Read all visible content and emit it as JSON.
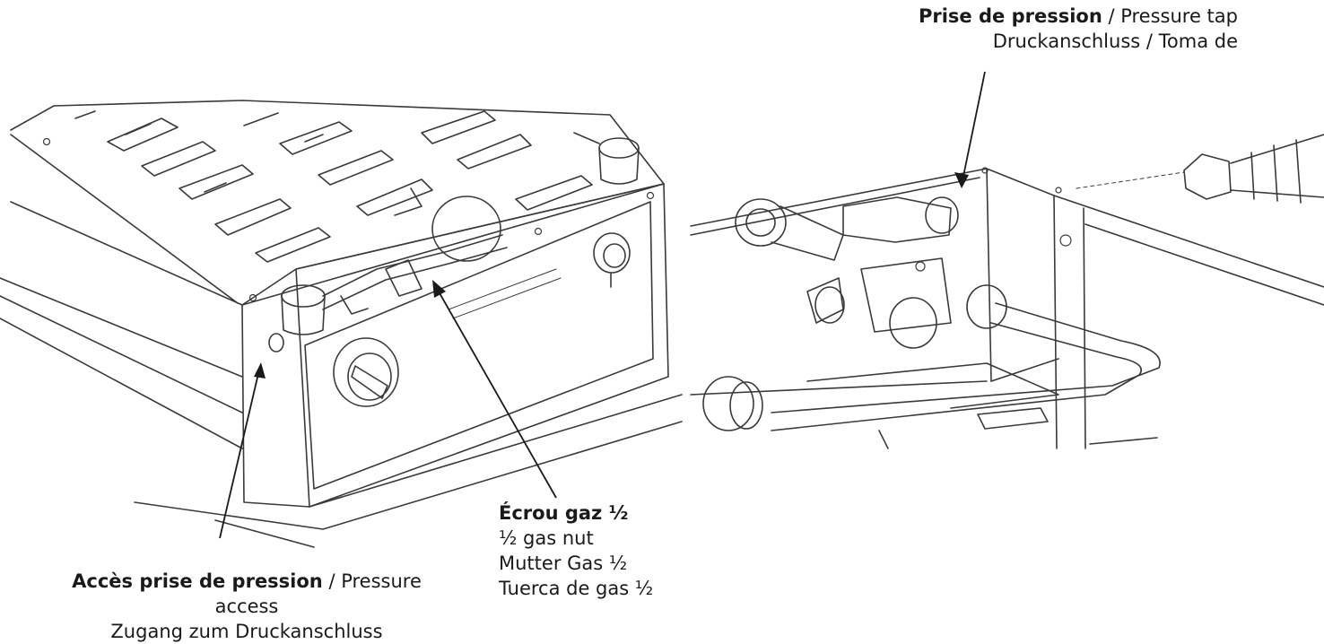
{
  "labels": {
    "pressure_tap": {
      "bold": "Prise de pression",
      "rest": " / Pressure tap",
      "line2": "Druckanschluss / Toma de"
    },
    "gas_nut": {
      "bold": "Écrou gaz ½",
      "line2": "½ gas nut",
      "line3": "Mutter Gas ½",
      "line4": "Tuerca de gas ½"
    },
    "pressure_access": {
      "bold": "Accès prise de pression",
      "rest": " / Pressure",
      "line2": "access",
      "line3": "Zugang zum Druckanschluss"
    }
  },
  "colors": {
    "ink": "#1a1a1a",
    "line": "#3a3a3a"
  }
}
